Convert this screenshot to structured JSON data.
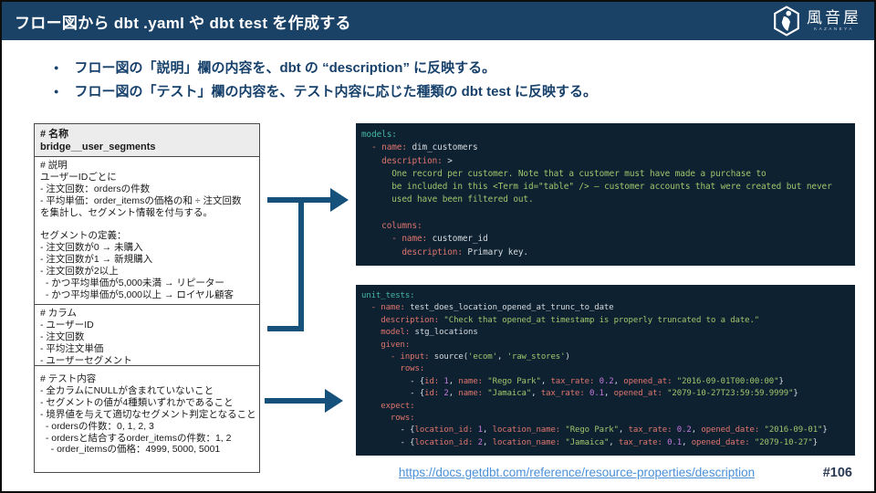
{
  "slide": {
    "header": {
      "title": "フロー図から dbt .yaml や dbt test を作成する",
      "brand": {
        "name": "風音屋",
        "subname": "KAZANEYA"
      }
    },
    "bullets": [
      "フロー図の「説明」欄の内容を、dbt の “description” に反映する。",
      "フロー図の「テスト」欄の内容を、テスト内容に応じた種類の dbt test に反映する。"
    ],
    "flow_box": {
      "name_label": "# 名称",
      "name_value": "bridge__user_segments",
      "desc_lines": [
        "# 説明",
        "ユーザーIDごとに",
        "- 注文回数：ordersの件数",
        "- 平均単価：order_itemsの価格の和 ÷ 注文回数",
        "を集計し、セグメント情報を付与する。",
        "",
        "セグメントの定義：",
        "- 注文回数が0 → 未購入",
        "- 注文回数が1 → 新規購入",
        "- 注文回数が2以上",
        "  - かつ平均単価が5,000未満 → リピーター",
        "  - かつ平均単価が5,000以上 → ロイヤル顧客"
      ],
      "column_lines": [
        "# カラム",
        "- ユーザーID",
        "- 注文回数",
        "- 平均注文単価",
        "- ユーザーセグメント"
      ],
      "test_lines": [
        "# テスト内容",
        "- 全カラムにNULLが含まれていないこと",
        "- セグメントの値が4種類いずれかであること",
        "- 境界値を与えて適切なセグメント判定となること",
        "  - ordersの件数：0, 1, 2, 3",
        "  - ordersと結合するorder_itemsの件数：1, 2",
        "    - order_itemsの価格：4999, 5000, 5001"
      ]
    },
    "code_blocks": {
      "models_yaml": [
        [
          [
            "t",
            "models:"
          ]
        ],
        [
          [
            "k",
            "  - name:"
          ],
          [
            "p",
            " dim_customers"
          ]
        ],
        [
          [
            "k",
            "    description:"
          ],
          [
            "p",
            " >"
          ]
        ],
        [
          [
            "s",
            "      One record per customer. Note that a customer must have made a purchase to"
          ]
        ],
        [
          [
            "s",
            "      be included in this <Term id=\"table\" /> — customer accounts that were created but never"
          ]
        ],
        [
          [
            "s",
            "      used have been filtered out."
          ]
        ],
        [],
        [
          [
            "k",
            "    columns:"
          ]
        ],
        [
          [
            "k",
            "      - name:"
          ],
          [
            "p",
            " customer_id"
          ]
        ],
        [
          [
            "k",
            "        description:"
          ],
          [
            "p",
            " Primary key."
          ]
        ]
      ],
      "unit_tests_yaml": [
        [
          [
            "t",
            "unit_tests:"
          ]
        ],
        [
          [
            "k",
            "  - name:"
          ],
          [
            "p",
            " test_does_location_opened_at_trunc_to_date"
          ]
        ],
        [
          [
            "k",
            "    description:"
          ],
          [
            "s",
            " \"Check that opened_at timestamp is properly truncated to a date.\""
          ]
        ],
        [
          [
            "k",
            "    model:"
          ],
          [
            "p",
            " stg_locations"
          ]
        ],
        [
          [
            "k",
            "    given:"
          ]
        ],
        [
          [
            "k",
            "      - input:"
          ],
          [
            "p",
            " source("
          ],
          [
            "s",
            "'ecom'"
          ],
          [
            "p",
            ", "
          ],
          [
            "s",
            "'raw_stores'"
          ],
          [
            "p",
            ")"
          ]
        ],
        [
          [
            "k",
            "        rows:"
          ]
        ],
        [
          [
            "p",
            "          - {"
          ],
          [
            "k",
            "id:"
          ],
          [
            "n",
            " 1"
          ],
          [
            "p",
            ", "
          ],
          [
            "k",
            "name:"
          ],
          [
            "s",
            " \"Rego Park\""
          ],
          [
            "p",
            ", "
          ],
          [
            "k",
            "tax_rate:"
          ],
          [
            "n",
            " 0.2"
          ],
          [
            "p",
            ", "
          ],
          [
            "k",
            "opened_at:"
          ],
          [
            "s",
            " \"2016-09-01T00:00:00\""
          ],
          [
            "p",
            "}"
          ]
        ],
        [
          [
            "p",
            "          - {"
          ],
          [
            "k",
            "id:"
          ],
          [
            "n",
            " 2"
          ],
          [
            "p",
            ", "
          ],
          [
            "k",
            "name:"
          ],
          [
            "s",
            " \"Jamaica\""
          ],
          [
            "p",
            ", "
          ],
          [
            "k",
            "tax_rate:"
          ],
          [
            "n",
            " 0.1"
          ],
          [
            "p",
            ", "
          ],
          [
            "k",
            "opened_at:"
          ],
          [
            "s",
            " \"2079-10-27T23:59:59.9999\""
          ],
          [
            "p",
            "}"
          ]
        ],
        [
          [
            "k",
            "    expect:"
          ]
        ],
        [
          [
            "k",
            "      rows:"
          ]
        ],
        [
          [
            "p",
            "        - {"
          ],
          [
            "k",
            "location_id:"
          ],
          [
            "n",
            " 1"
          ],
          [
            "p",
            ", "
          ],
          [
            "k",
            "location_name:"
          ],
          [
            "s",
            " \"Rego Park\""
          ],
          [
            "p",
            ", "
          ],
          [
            "k",
            "tax_rate:"
          ],
          [
            "n",
            " 0.2"
          ],
          [
            "p",
            ", "
          ],
          [
            "k",
            "opened_date:"
          ],
          [
            "s",
            " \"2016-09-01\""
          ],
          [
            "p",
            "}"
          ]
        ],
        [
          [
            "p",
            "        - {"
          ],
          [
            "k",
            "location_id:"
          ],
          [
            "n",
            " 2"
          ],
          [
            "p",
            ", "
          ],
          [
            "k",
            "location_name:"
          ],
          [
            "s",
            " \"Jamaica\""
          ],
          [
            "p",
            ", "
          ],
          [
            "k",
            "tax_rate:"
          ],
          [
            "n",
            " 0.1"
          ],
          [
            "p",
            ", "
          ],
          [
            "k",
            "opened_date:"
          ],
          [
            "s",
            " \"2079-10-27\""
          ],
          [
            "p",
            "}"
          ]
        ]
      ]
    },
    "footer": {
      "link": "https://docs.getdbt.com/reference/resource-properties/description",
      "page": "#106"
    },
    "colors": {
      "header_navy": "#1a4166",
      "arrow_blue": "#16517c",
      "code_background": "#0e2130",
      "code_key": "#e0756e",
      "code_top_key": "#45b9a1",
      "code_string": "#9cc76d",
      "code_number": "#c678dd",
      "link_blue": "#4a90d8"
    }
  }
}
